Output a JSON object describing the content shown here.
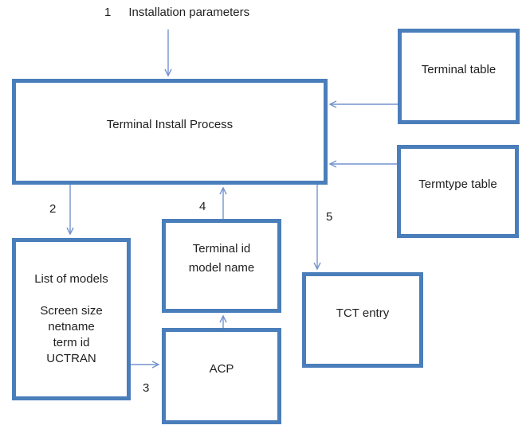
{
  "colors": {
    "box_border": "#4a7ebb",
    "arrow": "#7494cd",
    "text": "#1f1f1f",
    "background": "#ffffff"
  },
  "annotations": {
    "step1_number": "1",
    "step1_label": "Installation parameters",
    "step2": "2",
    "step3": "3",
    "step4": "4",
    "step5": "5"
  },
  "boxes": {
    "terminal_install_process": {
      "label": "Terminal Install Process"
    },
    "terminal_table": {
      "label": "Terminal table"
    },
    "termtype_table": {
      "label": "Termtype table"
    },
    "list_of_models": {
      "lines": [
        "List of models",
        "",
        "Screen size",
        "netname",
        "term id",
        "UCTRAN"
      ]
    },
    "terminal_id_model_name": {
      "lines": [
        "Terminal id",
        "model name"
      ]
    },
    "acp": {
      "label": "ACP"
    },
    "tct_entry": {
      "label": "TCT entry"
    }
  }
}
